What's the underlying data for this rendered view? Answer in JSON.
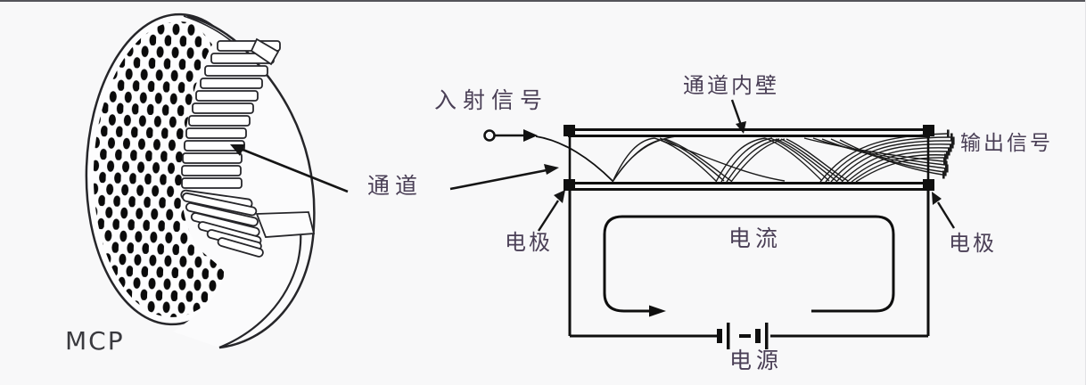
{
  "diagram": {
    "labels": {
      "mcp": "MCP",
      "channel": "通道",
      "incident_signal": "入射信号",
      "channel_inner_wall": "通道内壁",
      "output_signal": "输出信号",
      "electrode_left": "电极",
      "electrode_right": "电极",
      "current": "电流",
      "power_supply": "电源"
    },
    "colors": {
      "line": "#1c1c1c",
      "disc_line": "#26262a",
      "label_text": "#4a3f56",
      "background": "#f8f8f9",
      "top_edge": "#55555a"
    }
  }
}
